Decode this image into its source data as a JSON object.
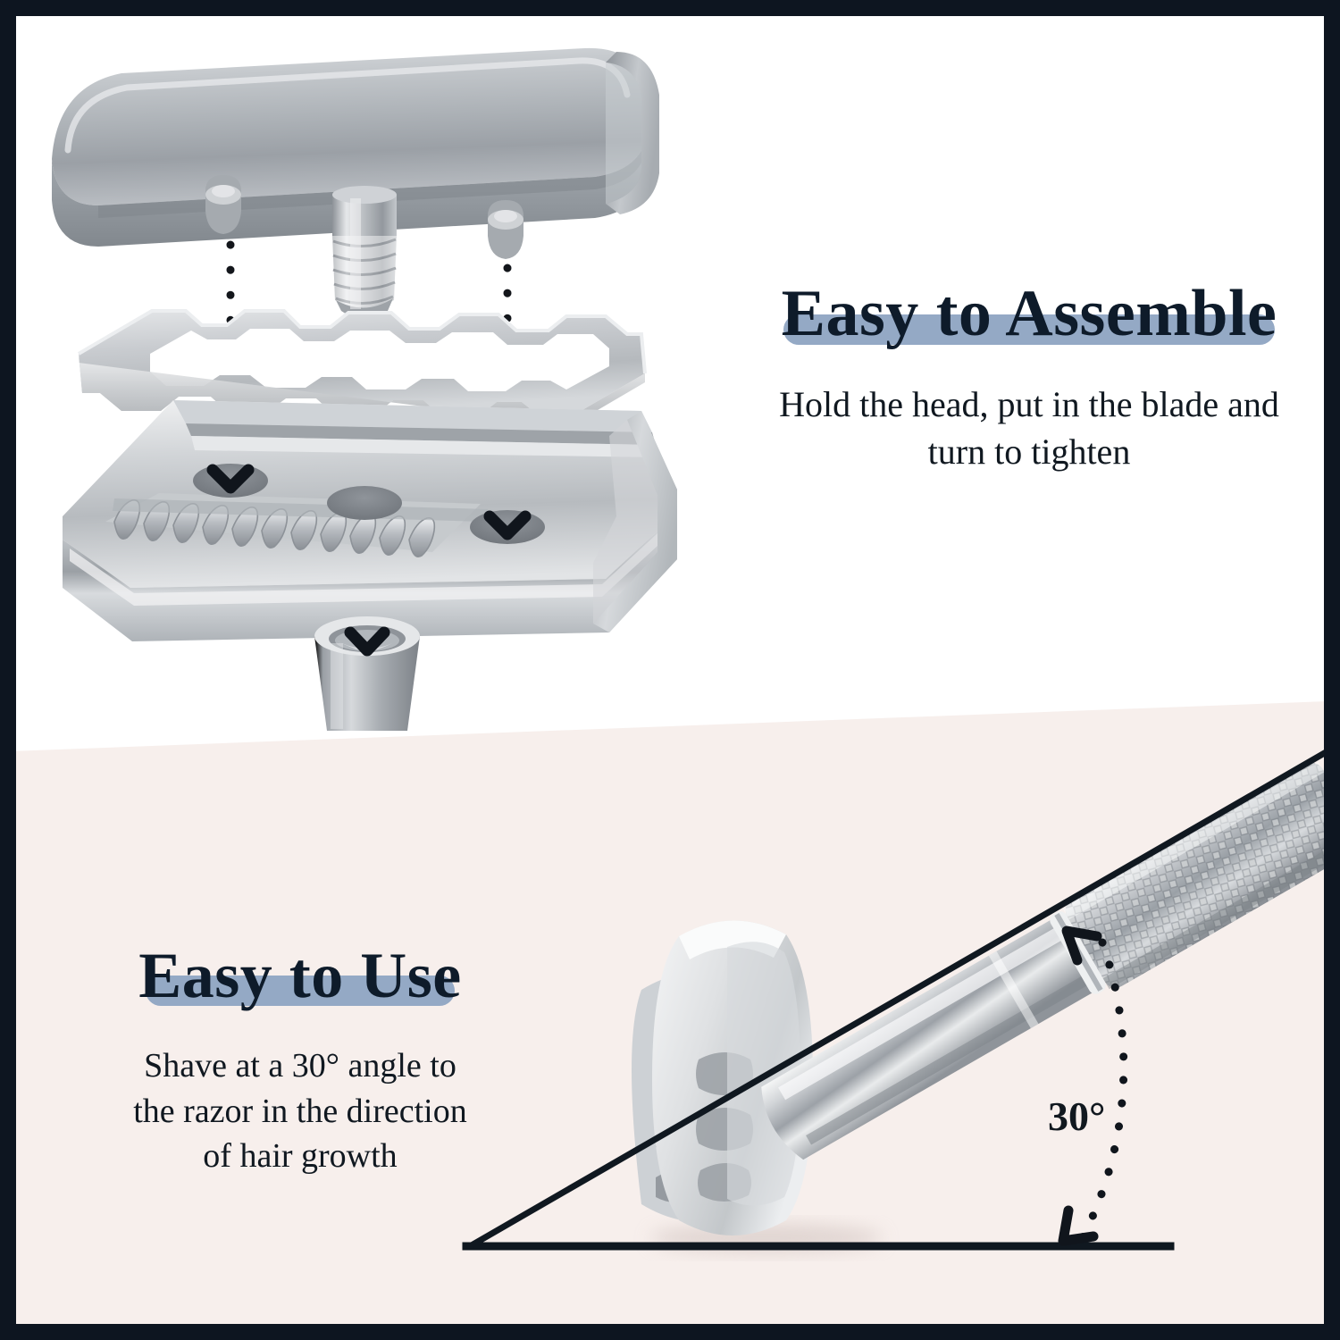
{
  "frame": {
    "border_color": "#0d1520",
    "top_background": "#ffffff",
    "bottom_background": "#f7efec"
  },
  "sections": [
    {
      "id": "assemble",
      "heading": "Easy to Assemble",
      "subtext": "Hold the head, put in the blade and\nturn to tighten",
      "highlight_color": "#94a9c5",
      "heading_color": "#0e1b2a"
    },
    {
      "id": "use",
      "heading": "Easy to Use",
      "subtext": "Shave at a 30° angle to\nthe razor in the direction\nof hair growth",
      "highlight_color": "#94a9c5",
      "heading_color": "#0e1b2a"
    }
  ],
  "annotations": {
    "angle_label": "30°",
    "angle_value": 30,
    "angle_unit": "degrees"
  },
  "exploded_diagram": {
    "parts": [
      {
        "name": "top-cap",
        "label": "razor top cap"
      },
      {
        "name": "double-edge-blade",
        "label": "double edge blade"
      },
      {
        "name": "base-plate",
        "label": "open comb base plate"
      },
      {
        "name": "handle-post",
        "label": "handle top"
      }
    ],
    "alignment_guides": 4,
    "metal_color": "#b9bdc2",
    "guide_color": "#13161b"
  },
  "usage_diagram": {
    "parts": [
      {
        "name": "razor-head",
        "label": "razor head end view"
      },
      {
        "name": "razor-neck",
        "label": "polished neck"
      },
      {
        "name": "razor-handle",
        "label": "knurled handle"
      }
    ],
    "baseline_color": "#101820",
    "angle_line_color": "#101820"
  }
}
